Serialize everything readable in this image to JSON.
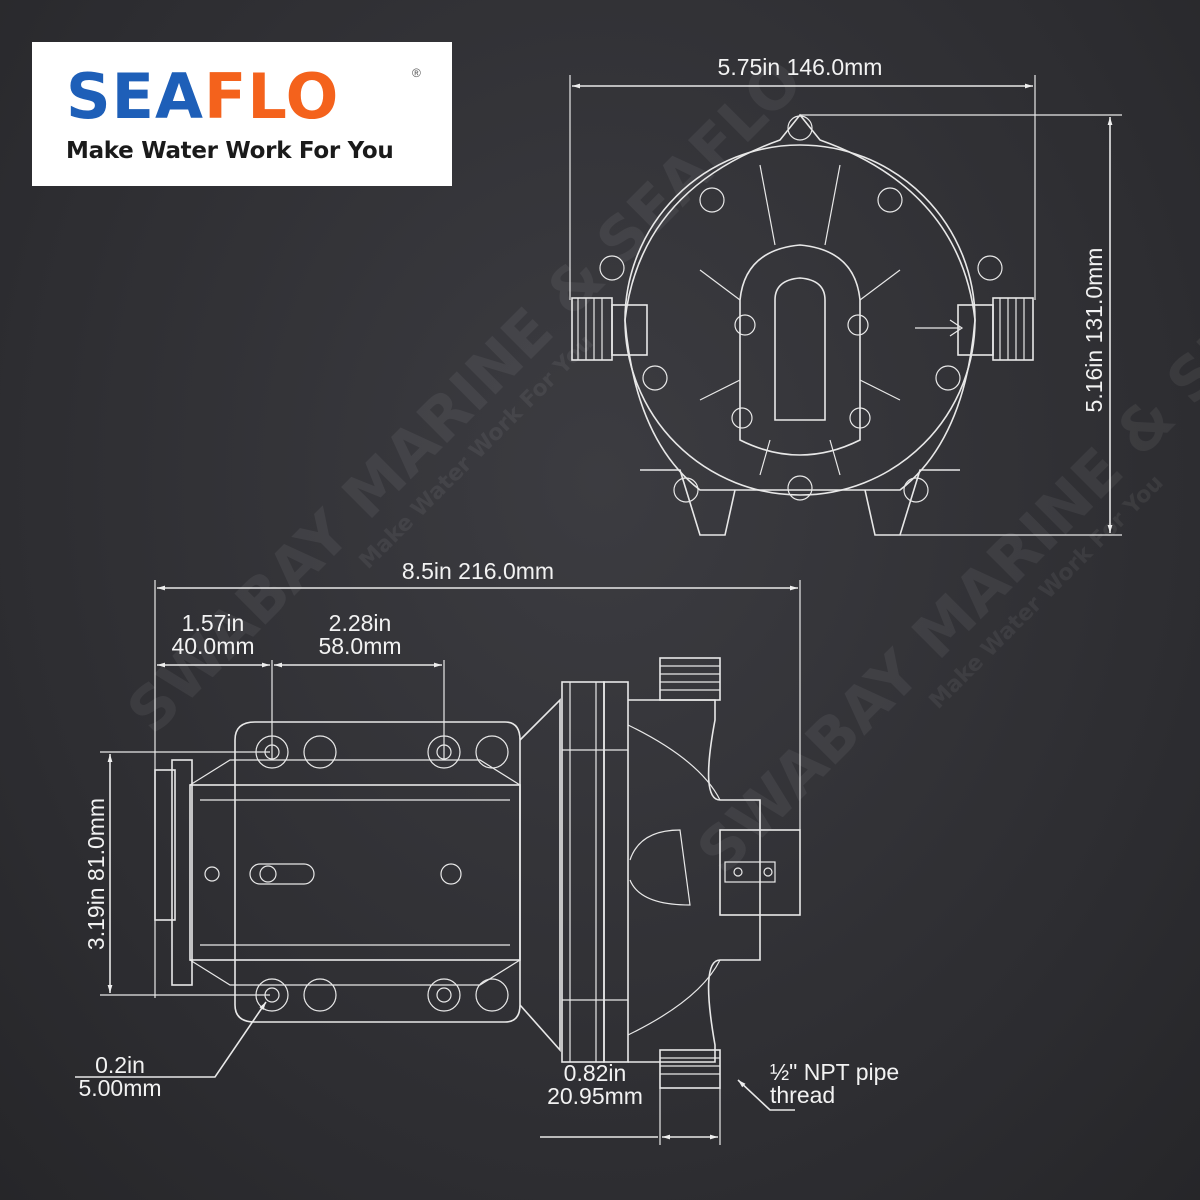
{
  "logo": {
    "brand_blue": "SEA",
    "brand_orange": "FLO",
    "registered": "®",
    "tagline": "Make Water Work For You",
    "colors": {
      "blue": "#1e5fb8",
      "orange": "#f4621c"
    }
  },
  "watermarks": {
    "brand": "SWABAY MARINE & SEAFLO",
    "tagline": "Make Water Work For You"
  },
  "dimensions": {
    "top_width": "5.75in 146.0mm",
    "top_height": "5.16in 131.0mm",
    "overall_length": "8.5in 216.0mm",
    "hole_offset_in": "1.57in",
    "hole_offset_mm": "40.0mm",
    "hole_spacing_in": "2.28in",
    "hole_spacing_mm": "58.0mm",
    "mount_height": "3.19in  81.0mm",
    "hole_dia_in": "0.2in",
    "hole_dia_mm": "5.00mm",
    "port_width_in": "0.82in",
    "port_width_mm": "20.95mm",
    "thread_line1": "½\" NPT pipe",
    "thread_line2": "thread"
  }
}
